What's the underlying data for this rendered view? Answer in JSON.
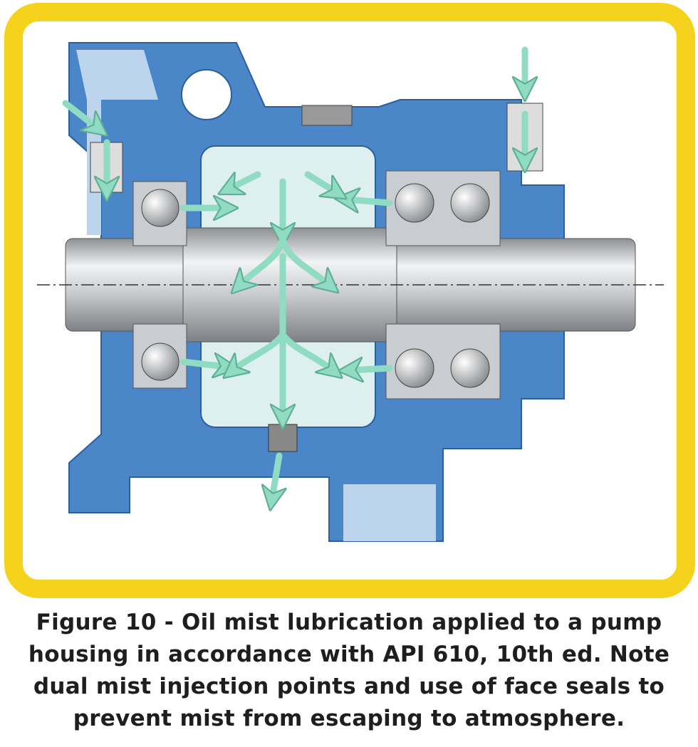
{
  "figure": {
    "caption_lines": [
      "Figure 10 - Oil mist lubrication applied to a pump",
      "housing in accordance with API 610, 10th ed.  Note",
      "dual mist injection points and use of face seals to",
      "prevent mist from escaping to atmosphere."
    ],
    "colors": {
      "frame": "#F5D31C",
      "housing": "#4A86C8",
      "housing_light": "#BCD5EC",
      "cavity": "#DDEFEF",
      "shaft": "#C8CACD",
      "mist_arrow": "#8FDCC2"
    }
  }
}
